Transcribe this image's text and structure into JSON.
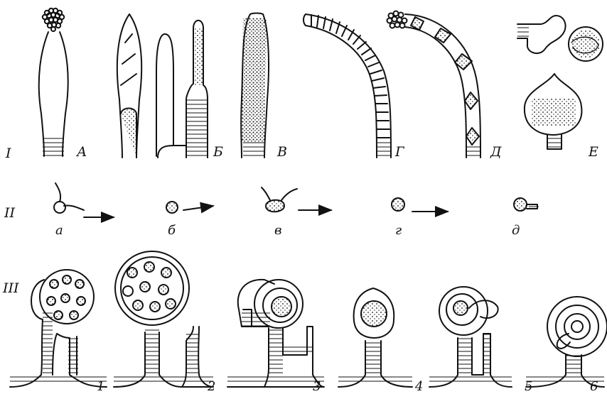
{
  "figure": {
    "rows": [
      {
        "id": "I",
        "label": "I",
        "panels": [
          {
            "id": "A",
            "label": "А"
          },
          {
            "id": "B",
            "label": "Б"
          },
          {
            "id": "V",
            "label": "В"
          },
          {
            "id": "G",
            "label": "Г"
          },
          {
            "id": "D",
            "label": "Д"
          },
          {
            "id": "E",
            "label": "Е"
          }
        ]
      },
      {
        "id": "II",
        "label": "II",
        "stages": [
          {
            "id": "a",
            "label": "а"
          },
          {
            "id": "b",
            "label": "б"
          },
          {
            "id": "v",
            "label": "в"
          },
          {
            "id": "g",
            "label": "г"
          },
          {
            "id": "d",
            "label": "д"
          }
        ]
      },
      {
        "id": "III",
        "label": "III",
        "stages": [
          {
            "id": "s1",
            "label": "1"
          },
          {
            "id": "s2",
            "label": "2"
          },
          {
            "id": "s3",
            "label": "3"
          },
          {
            "id": "s4",
            "label": "4"
          },
          {
            "id": "s5",
            "label": "5"
          },
          {
            "id": "s6",
            "label": "6"
          }
        ]
      }
    ]
  }
}
